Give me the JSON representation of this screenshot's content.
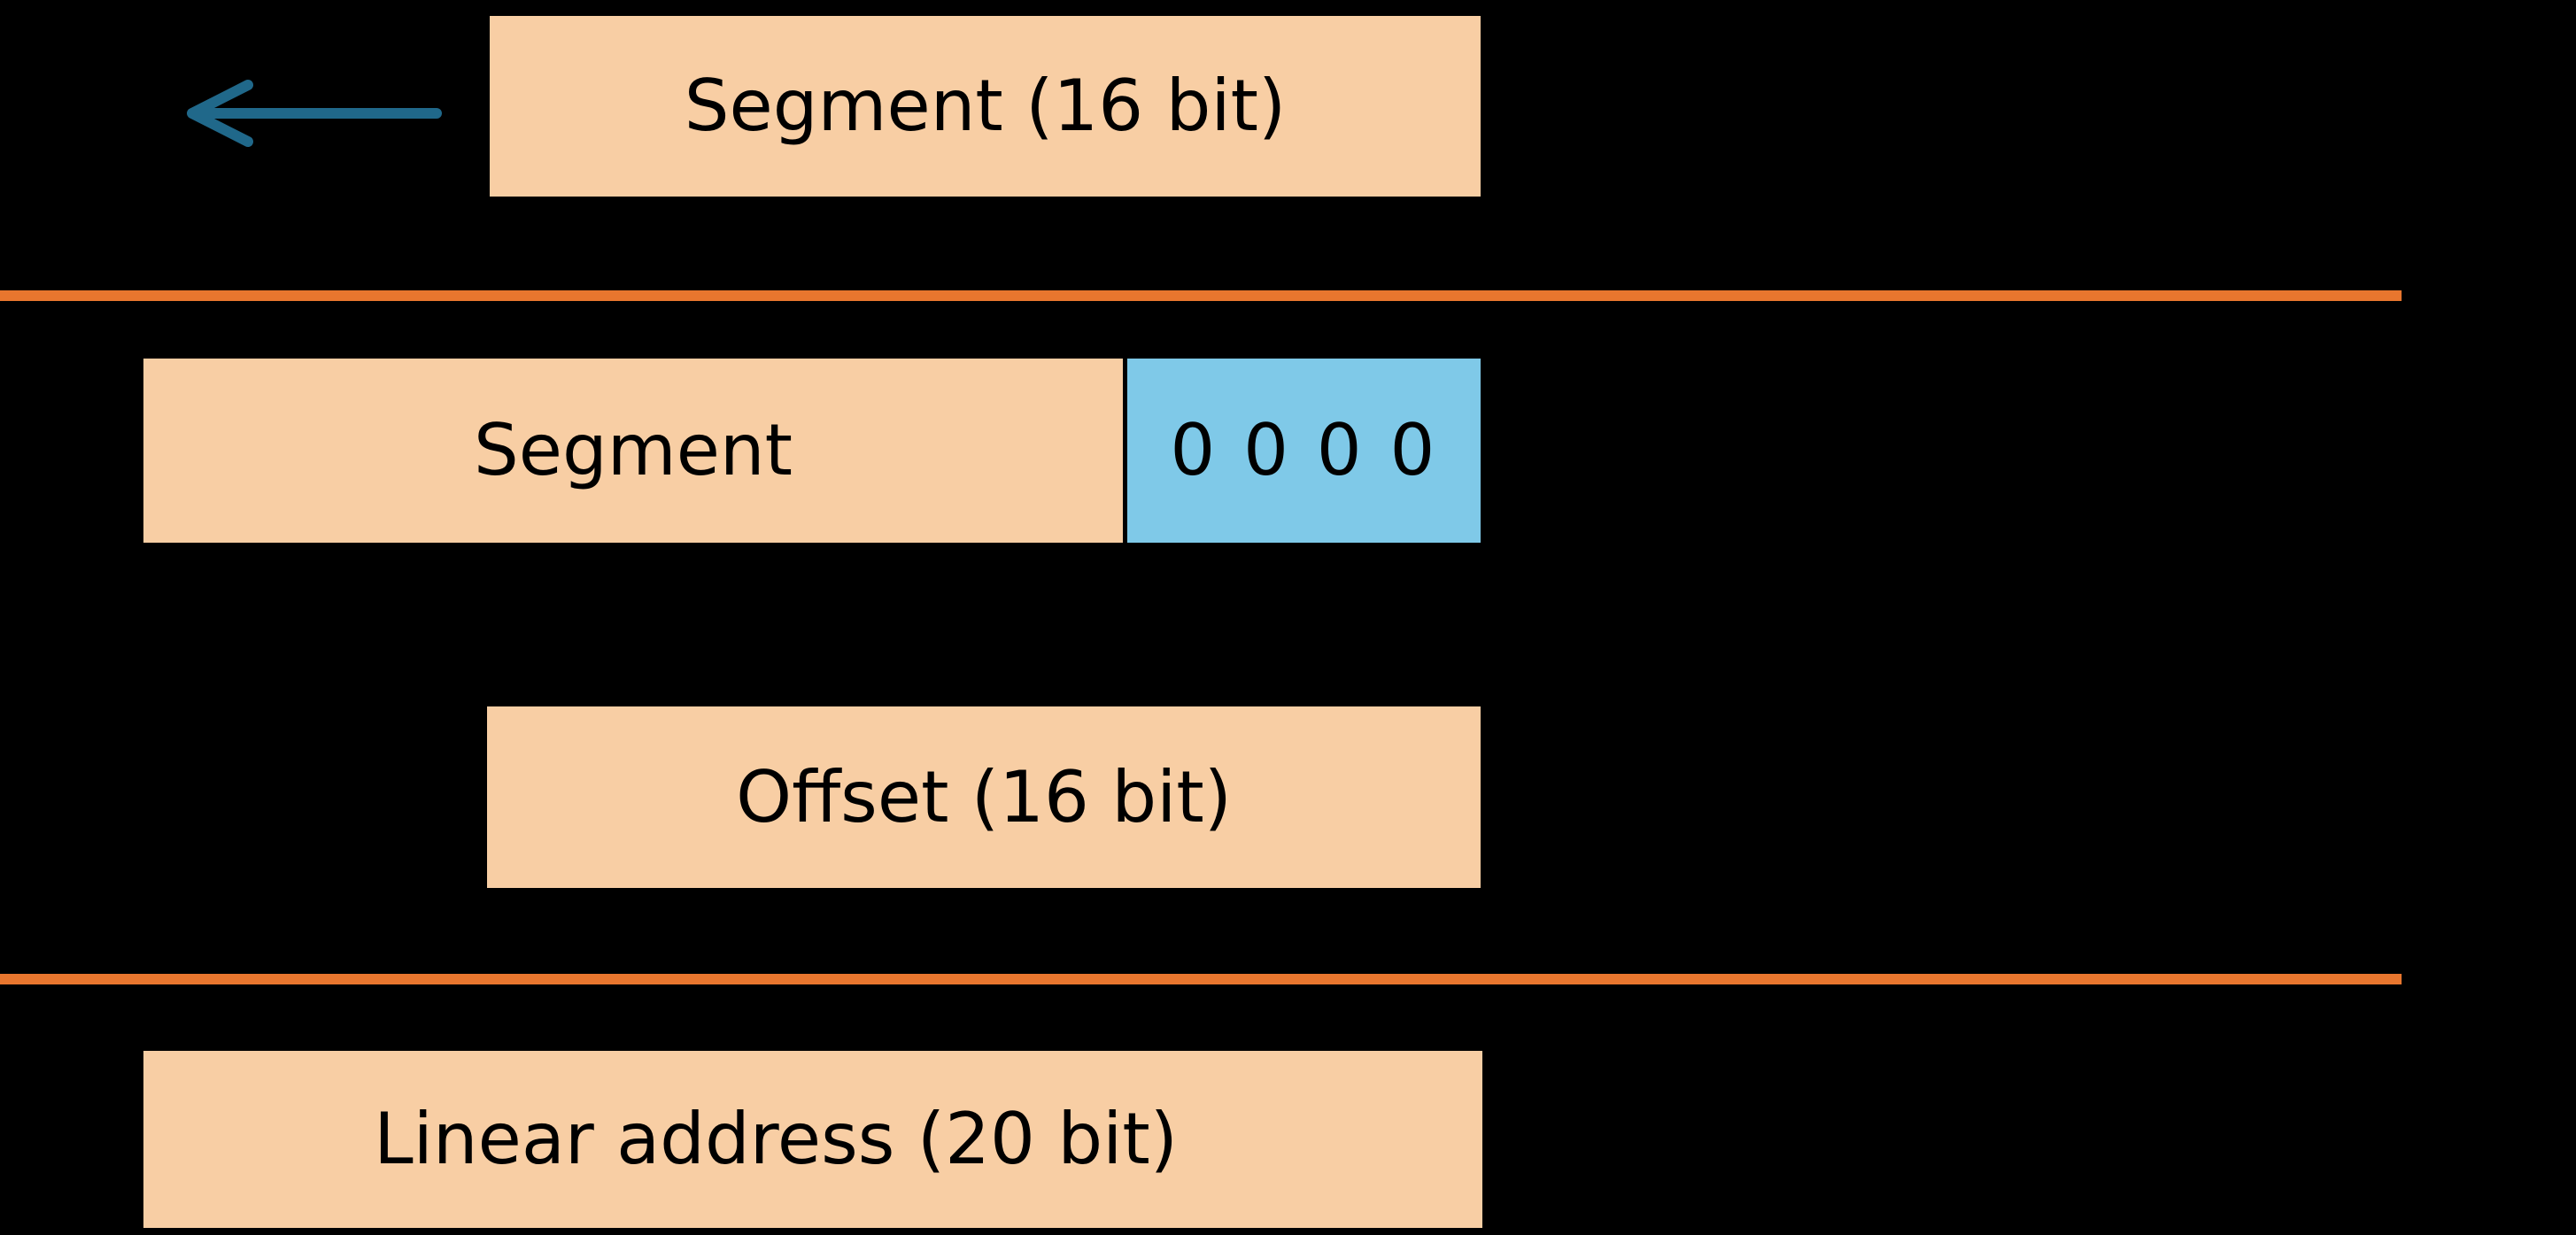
{
  "diagram": {
    "colors": {
      "background": "#000000",
      "box_fill": "#F8CEA4",
      "zeros_fill": "#7FC9E8",
      "divider": "#E8762E",
      "arrow": "#20688A",
      "text": "#000000"
    },
    "arrow": {
      "icon": "left-arrow",
      "direction": "left"
    },
    "boxes": {
      "segment_source": "Segment (16 bit)",
      "segment_shifted": "Segment",
      "appended_zeros": "0 0 0 0",
      "offset": "Offset (16 bit)",
      "linear_address": "Linear address (20 bit)"
    }
  }
}
